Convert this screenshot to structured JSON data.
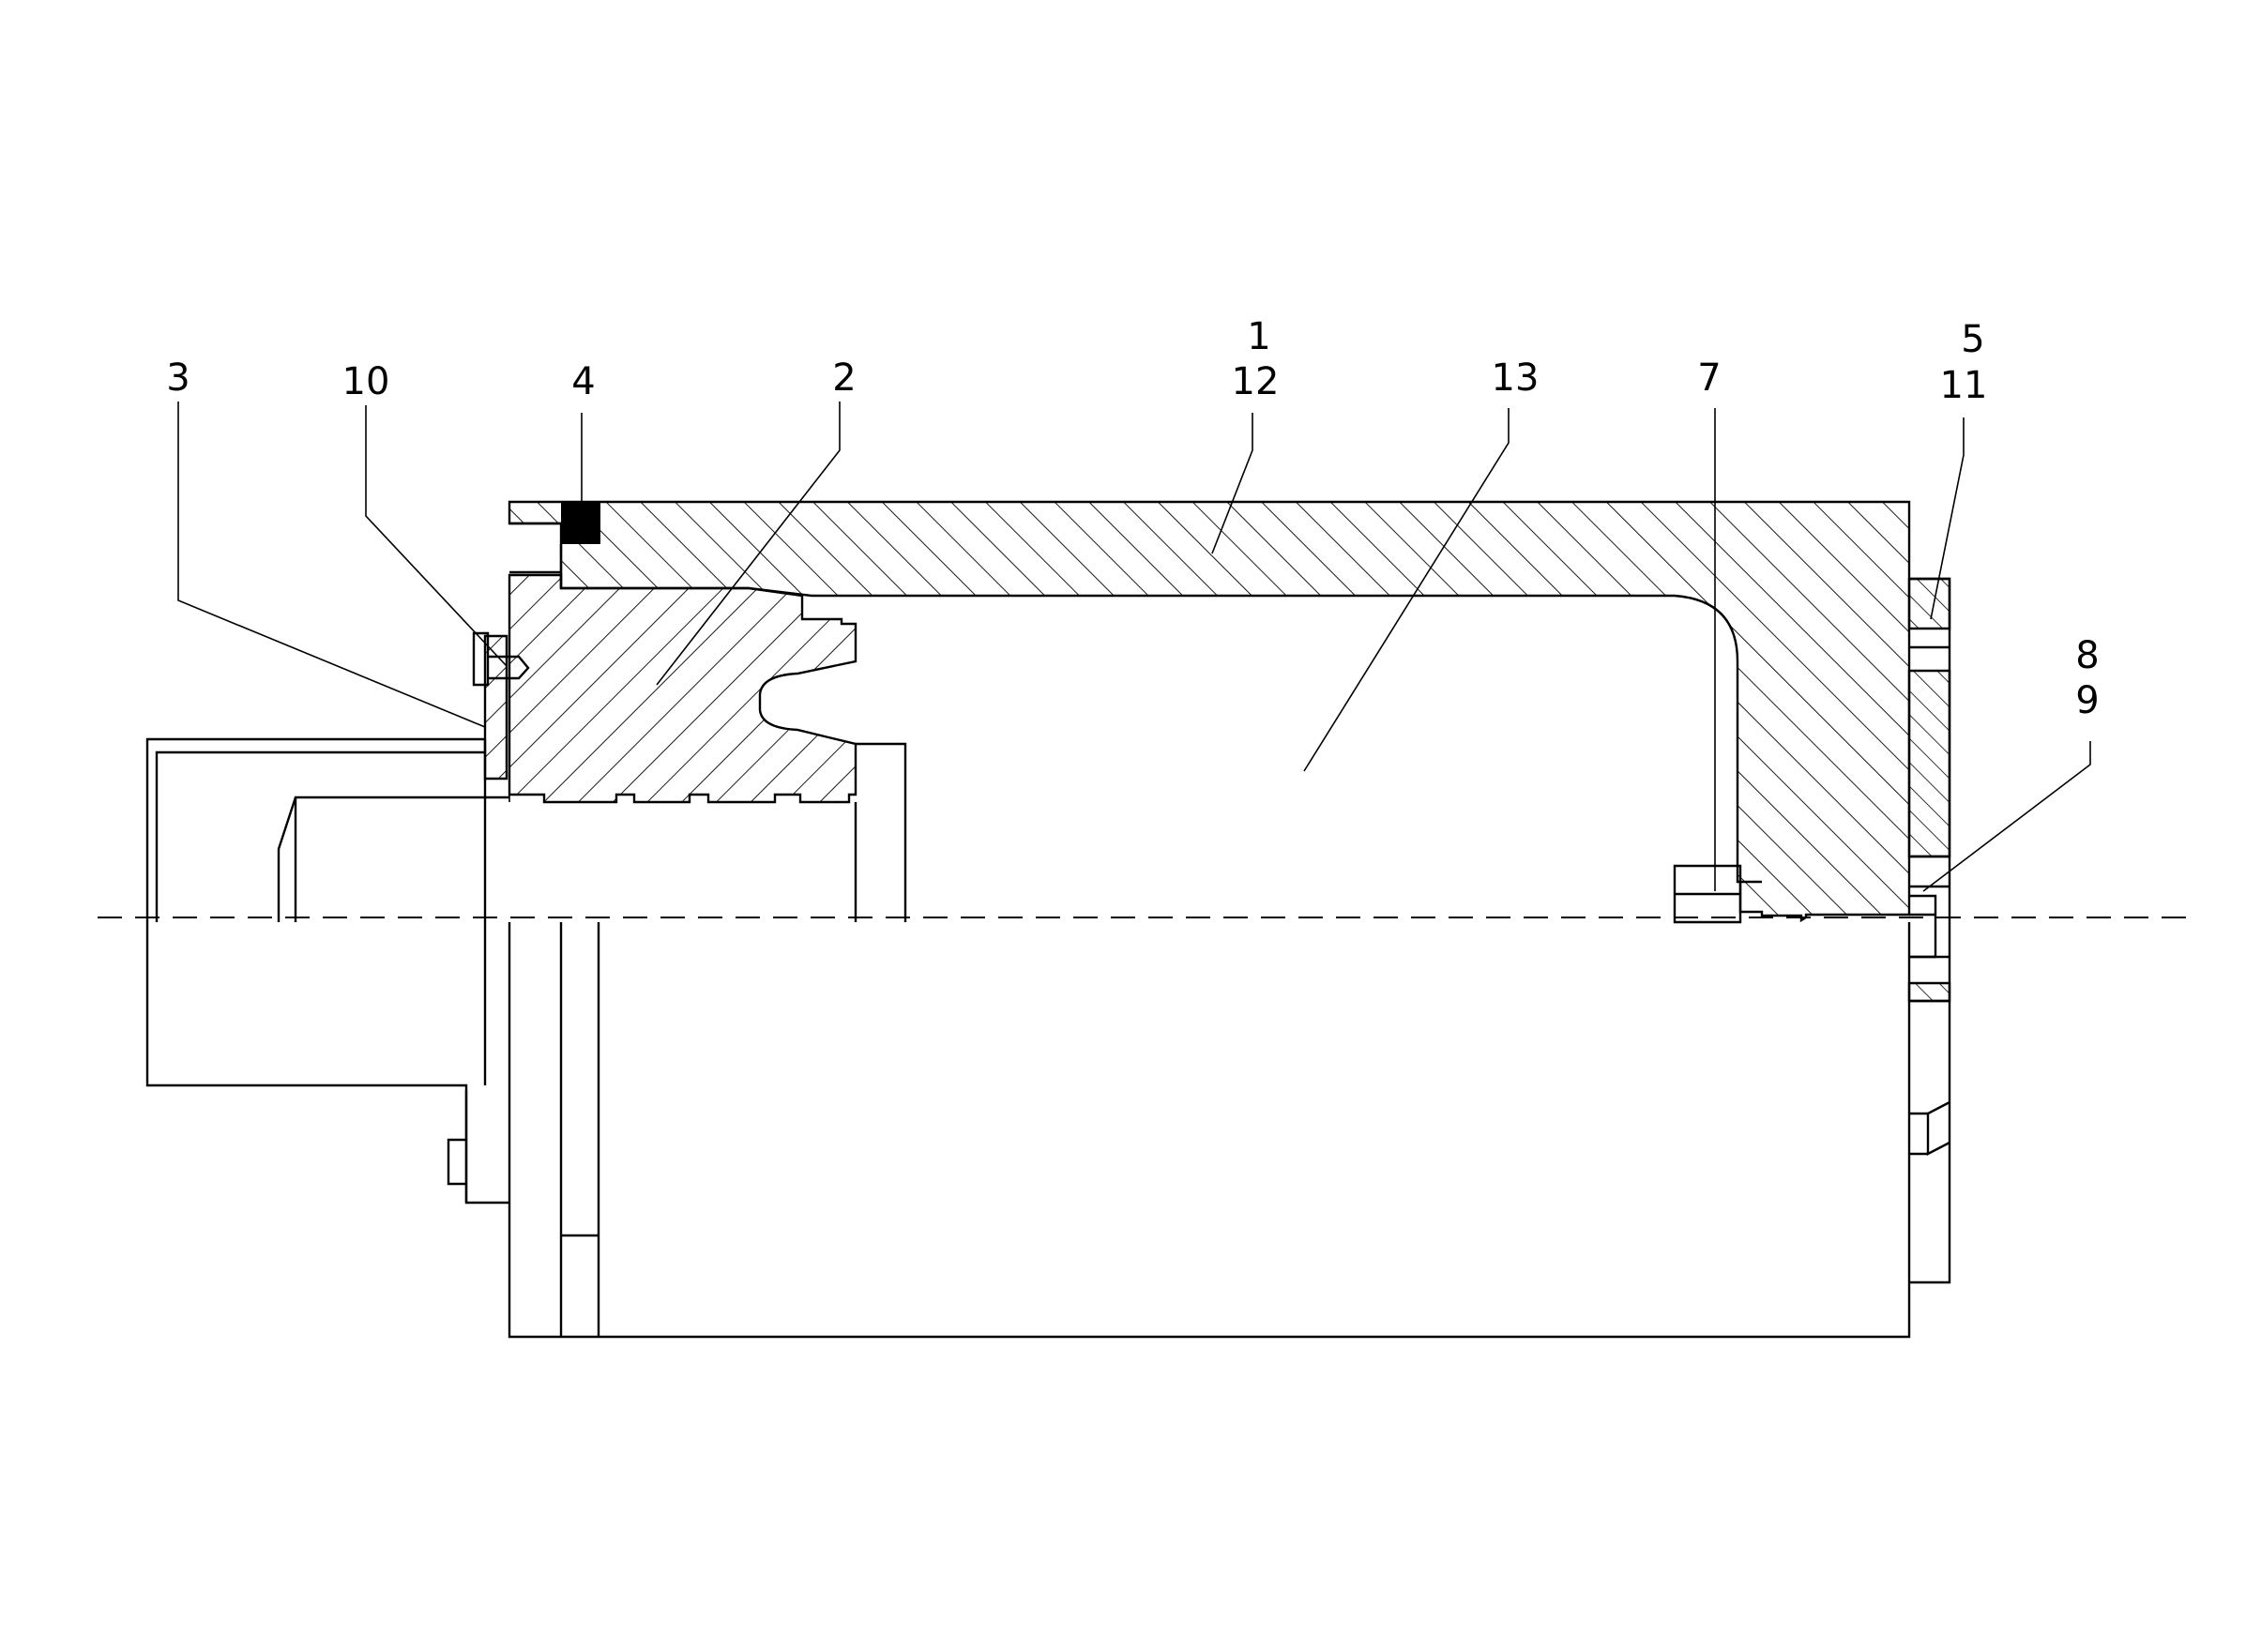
{
  "figure": {
    "background": "#ffffff",
    "line_color": "#000000",
    "seal_color": "#000000"
  },
  "labels": {
    "l1": "1",
    "l2": "2",
    "l3": "3",
    "l4": "4",
    "l5": "5",
    "l7": "7",
    "l8": "8",
    "l9": "9",
    "l10": "10",
    "l11": "11",
    "l12": "12",
    "l13": "13"
  }
}
